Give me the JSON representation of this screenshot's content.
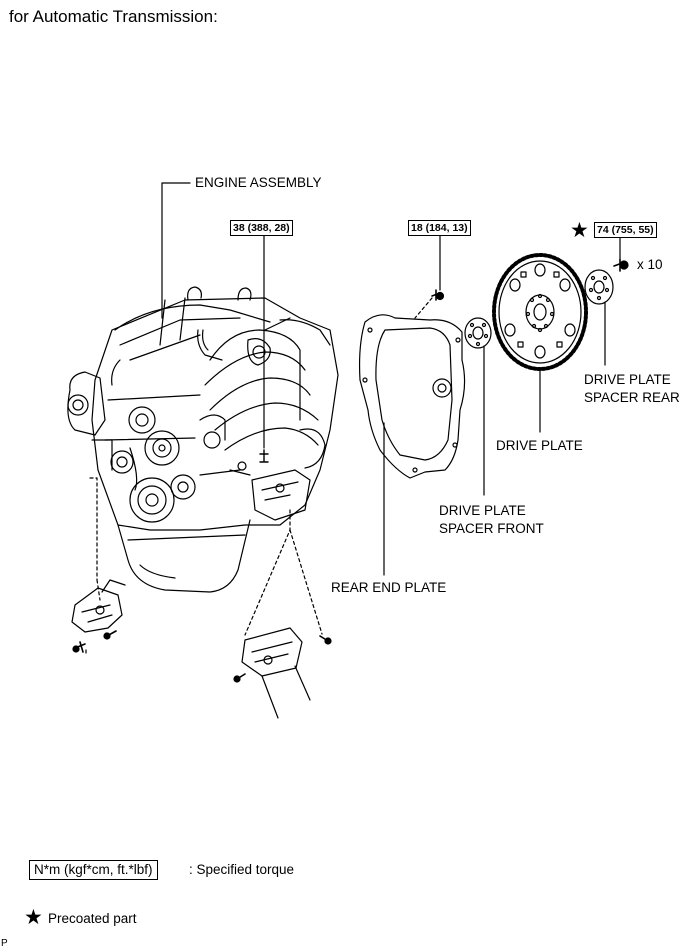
{
  "heading": "for Automatic Transmission:",
  "labels": {
    "engine_assembly": "ENGINE ASSEMBLY",
    "rear_end_plate": "REAR END PLATE",
    "drive_plate": "DRIVE PLATE",
    "spacer_front_line1": "DRIVE PLATE",
    "spacer_front_line2": "SPACER FRONT",
    "spacer_rear_line1": "DRIVE PLATE",
    "spacer_rear_line2": "SPACER REAR",
    "quantity": "x 10"
  },
  "torques": {
    "engine": "38 (388, 28)",
    "rear_end_plate": "18 (184, 13)",
    "drive_plate": "74 (755, 55)"
  },
  "legend": {
    "torque_box": "N*m (kgf*cm, ft.*lbf)",
    "torque_text": ": Specified torque",
    "precoat_text": "Precoated part"
  },
  "code": "P",
  "icons": {
    "precoat": "black-star-icon"
  }
}
